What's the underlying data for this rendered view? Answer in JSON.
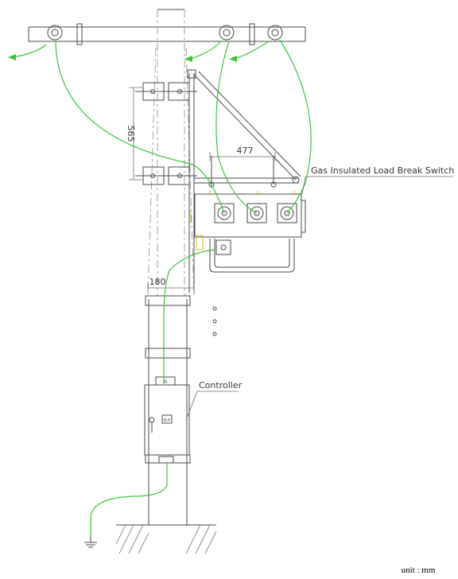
{
  "labels": {
    "switch": "Gas Insulated Load Break Switch",
    "controller": "Controller",
    "unit": "unit : mm"
  },
  "dimensions": {
    "bracket_height": "565",
    "arm_length": "477",
    "pole_offset": "180"
  },
  "controller_plate": "N.P"
}
